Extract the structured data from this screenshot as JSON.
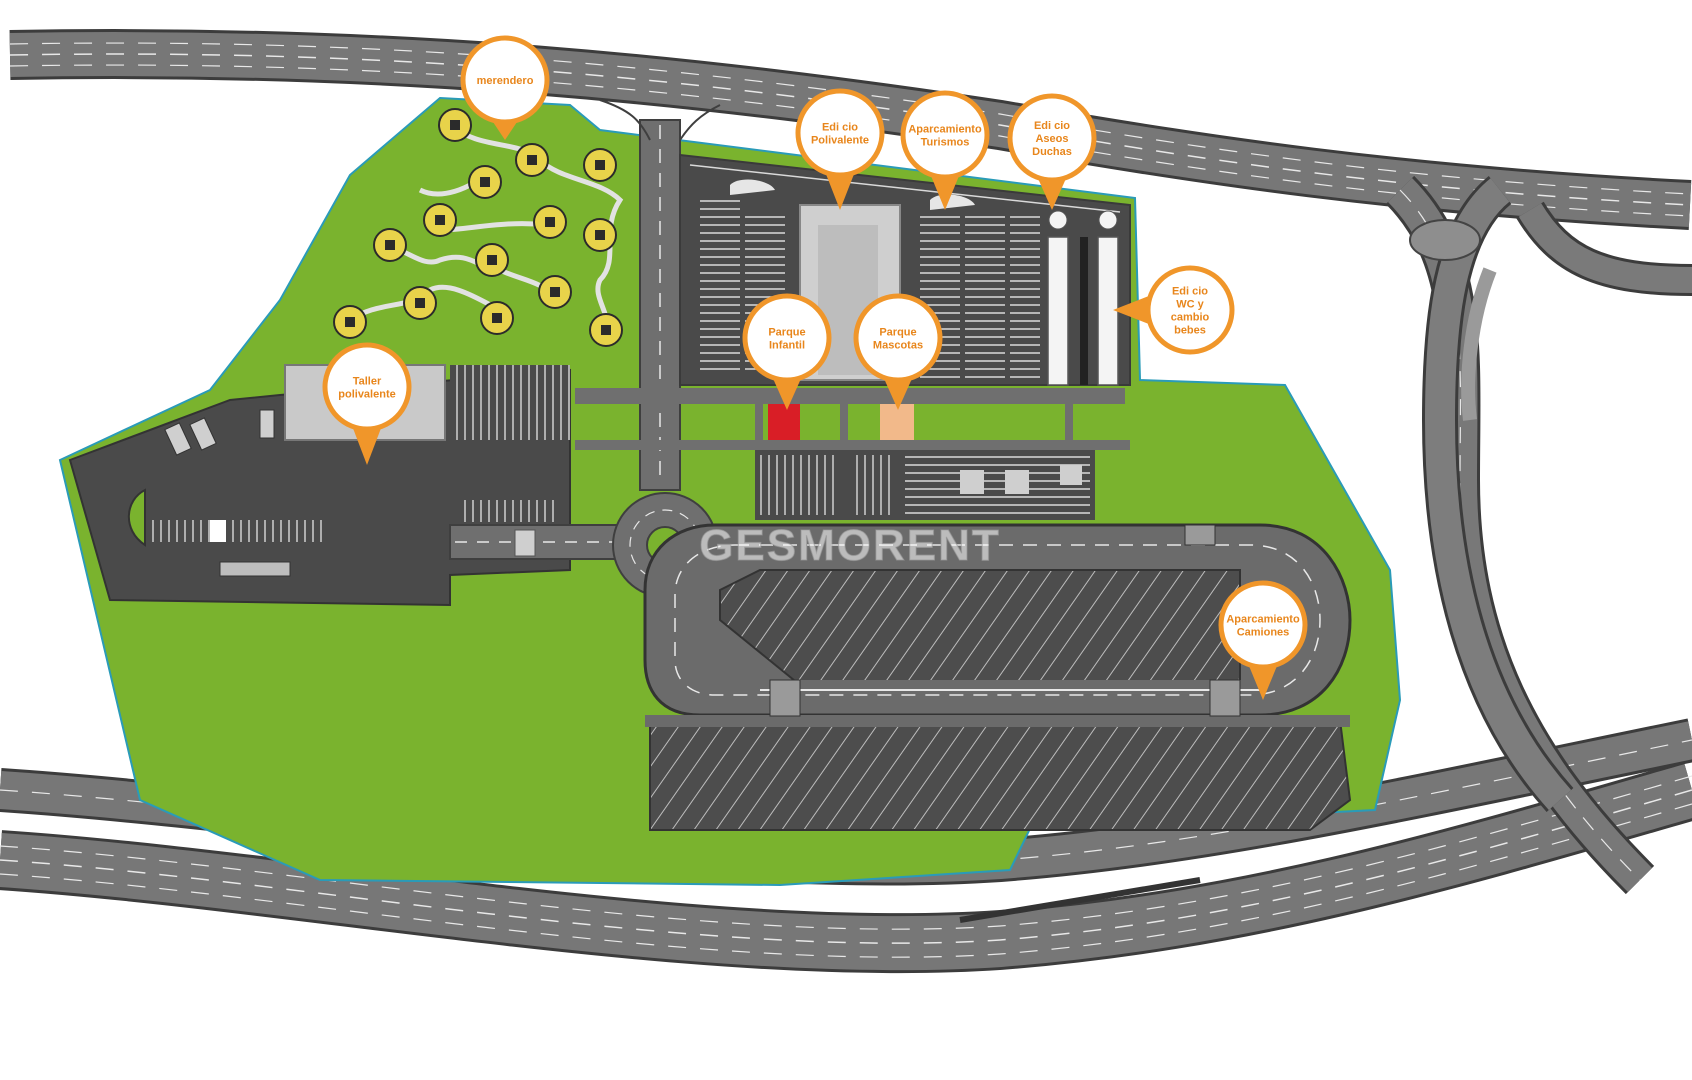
{
  "watermark": "GESMORENT",
  "colors": {
    "grass": "#7ab32e",
    "grass_border": "#2a9bb8",
    "asphalt": "#4a4a4a",
    "road": "#6f6f6f",
    "road_edge": "#3f3f3f",
    "lane_mark": "#e8e8e8",
    "building": "#c9c9c9",
    "marker_orange": "#f0962a",
    "play_red": "#d91e26",
    "pets_peach": "#f2b98a"
  },
  "markers": [
    {
      "id": "merendero",
      "icon": "map-pin-icon",
      "lines": [
        "merendero"
      ]
    },
    {
      "id": "edificio-polivalente",
      "icon": "map-pin-icon",
      "lines": [
        "Edi cio",
        "Polivalente"
      ]
    },
    {
      "id": "aparcamiento-turismos",
      "icon": "map-pin-icon",
      "lines": [
        "Aparcamiento",
        "Turismos"
      ]
    },
    {
      "id": "edificio-aseos-duchas",
      "icon": "map-pin-icon",
      "lines": [
        "Edi cio",
        "Aseos",
        "Duchas"
      ]
    },
    {
      "id": "edificio-wc-cambio-bebes",
      "icon": "map-pin-icon",
      "lines": [
        "Edi cio",
        "WC y",
        "cambio",
        "bebes"
      ]
    },
    {
      "id": "parque-infantil",
      "icon": "map-pin-icon",
      "lines": [
        "Parque",
        "Infantil"
      ]
    },
    {
      "id": "parque-mascotas",
      "icon": "map-pin-icon",
      "lines": [
        "Parque",
        "Mascotas"
      ]
    },
    {
      "id": "taller-polivalente",
      "icon": "map-pin-icon",
      "lines": [
        "Taller",
        "polivalente"
      ]
    },
    {
      "id": "aparcamiento-camiones",
      "icon": "map-pin-icon",
      "lines": [
        "Aparcamiento",
        "Camiones"
      ]
    }
  ]
}
